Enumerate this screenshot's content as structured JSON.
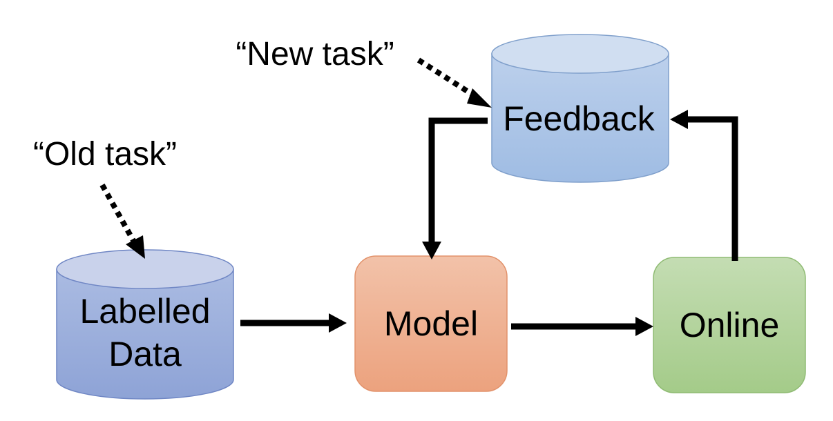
{
  "annotations": {
    "new_task": "“New task”",
    "old_task": "“Old task”"
  },
  "nodes": {
    "feedback": {
      "label": "Feedback",
      "shape": "cylinder",
      "color": "#a9c4e6"
    },
    "labelled_data": {
      "line1": "Labelled",
      "line2": "Data",
      "shape": "cylinder",
      "color": "#99aedc"
    },
    "model": {
      "label": "Model",
      "shape": "rounded-rectangle",
      "color": "#efaf8f"
    },
    "online": {
      "label": "Online",
      "shape": "rounded-rectangle",
      "color": "#b2d39d"
    }
  },
  "edges": [
    {
      "from": "labelled_data",
      "to": "model",
      "style": "solid"
    },
    {
      "from": "model",
      "to": "online",
      "style": "solid"
    },
    {
      "from": "online",
      "to": "feedback",
      "style": "solid"
    },
    {
      "from": "feedback",
      "to": "model",
      "style": "solid"
    },
    {
      "from": "new_task",
      "to": "feedback",
      "style": "dotted"
    },
    {
      "from": "old_task",
      "to": "labelled_data",
      "style": "dotted"
    }
  ]
}
